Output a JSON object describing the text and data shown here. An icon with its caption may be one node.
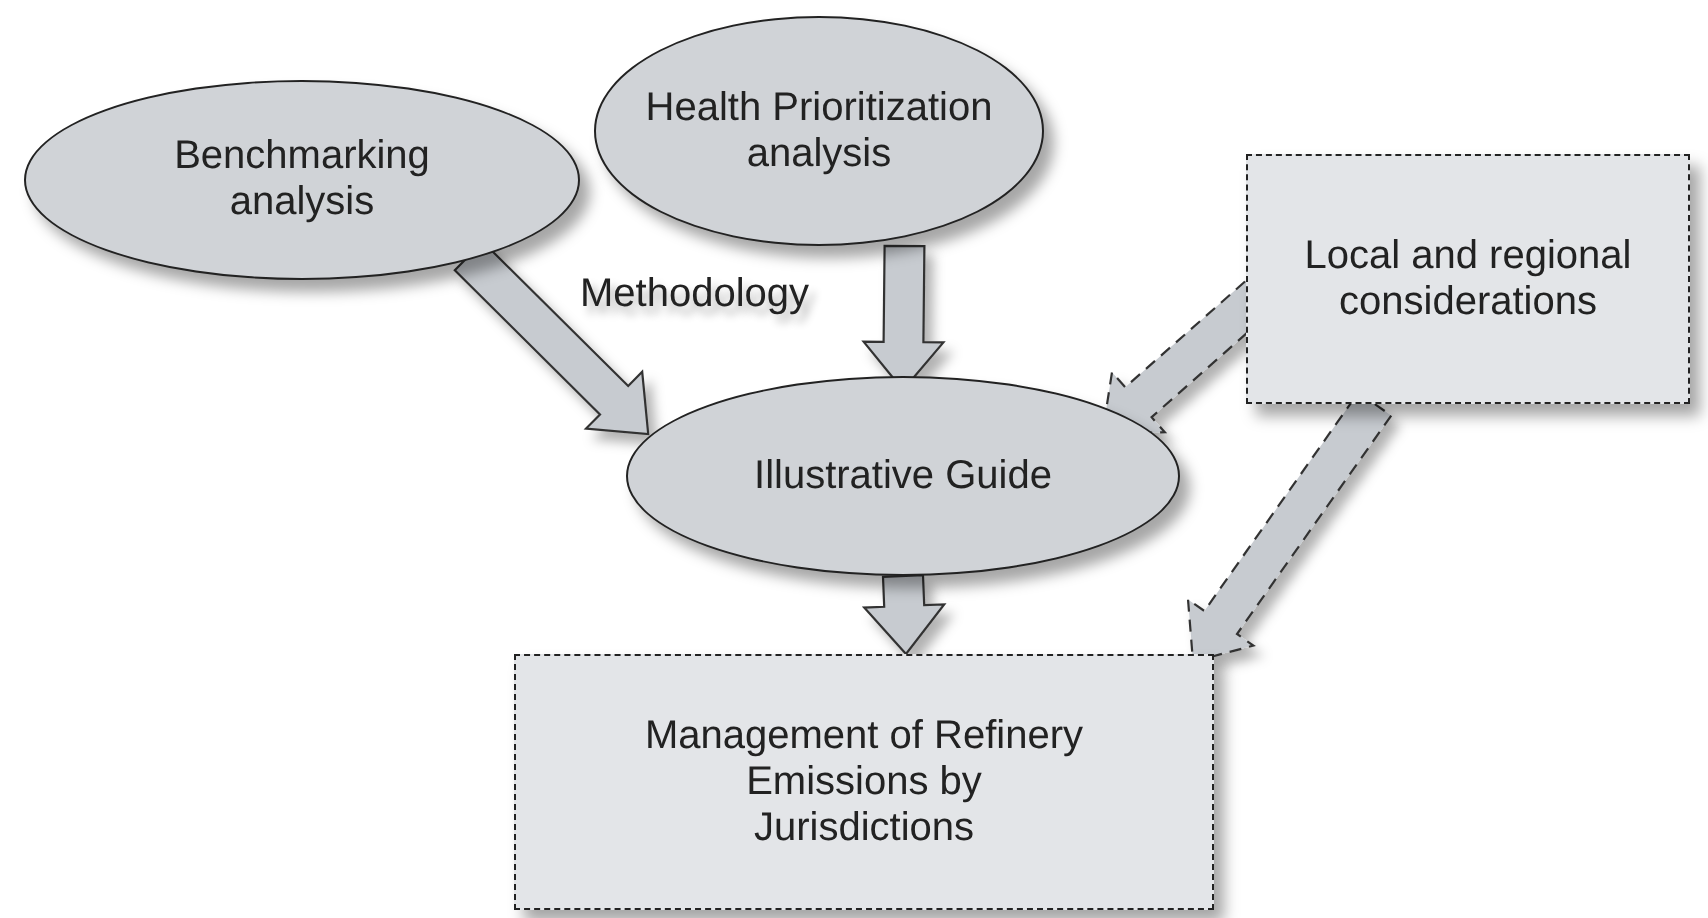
{
  "diagram": {
    "nodes": [
      {
        "text": [
          "Benchmarking analysis"
        ]
      },
      {
        "text": [
          "Health Prioritization analysis"
        ]
      },
      {
        "text": [
          "Local and regional considerations"
        ]
      },
      {
        "text": [
          "Illustrative Guide"
        ]
      },
      {
        "text": [
          "Management of Refinery Emissions by Jurisdictions"
        ]
      }
    ],
    "edges": [
      {
        "from": 0,
        "to": 3,
        "arrow": "to"
      },
      {
        "from": 1,
        "to": 3,
        "arrow": "to"
      },
      {
        "from": 2,
        "to": 3,
        "arrow": "to",
        "style": "dashed"
      },
      {
        "from": 3,
        "to": 4,
        "arrow": "to"
      },
      {
        "from": 2,
        "to": 4,
        "arrow": "to",
        "style": "dashed"
      }
    ],
    "labels": [
      "Methodology"
    ]
  }
}
